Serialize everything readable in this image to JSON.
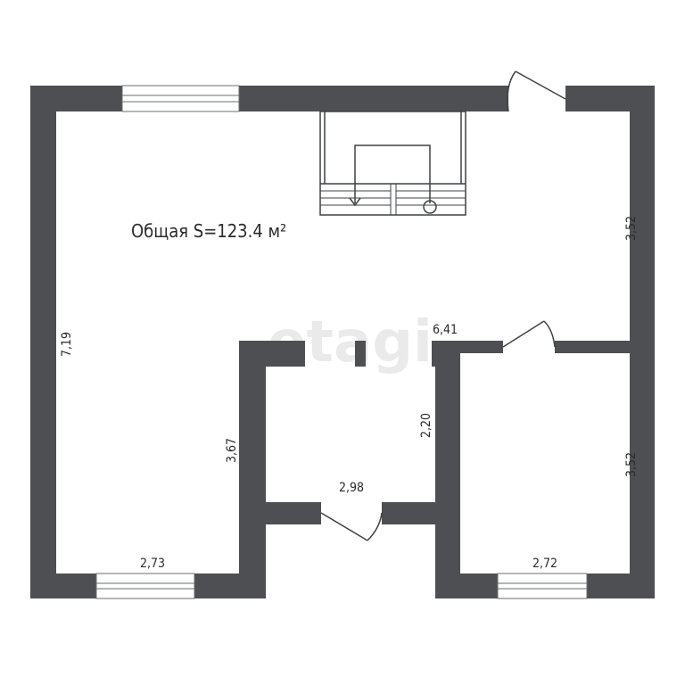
{
  "plan": {
    "total_area": "Общая S=123.4 м²",
    "watermark": "etagi",
    "dimensions": {
      "left_height": "7,19",
      "top_right_height": "3,52",
      "top_width": "6,41",
      "inner_corridor_height": "2,20",
      "bathroom_height": "3,67",
      "bathroom_width": "2,98",
      "right_room_height": "3,52",
      "bottom_left_width": "2,73",
      "bottom_right_width": "2,72"
    }
  }
}
